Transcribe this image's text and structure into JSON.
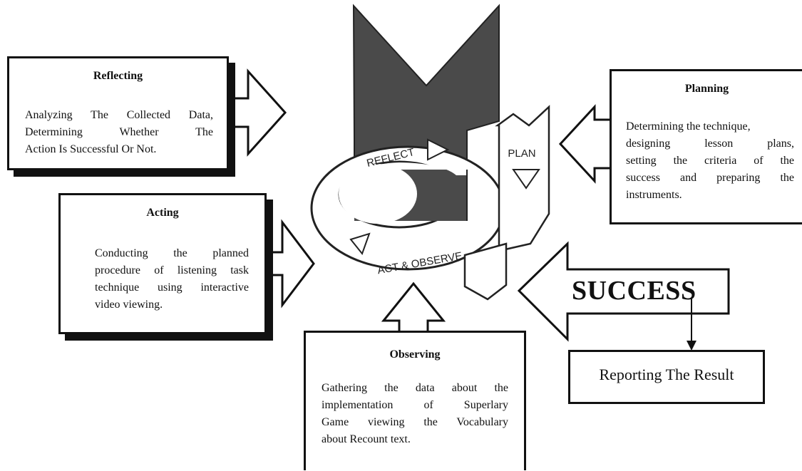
{
  "cycle": {
    "labels": {
      "reflect": "REFLECT",
      "plan": "PLAN",
      "act_observe": "ACT & OBSERVE"
    }
  },
  "boxes": {
    "reflecting": {
      "title": "Reflecting",
      "lines": [
        "Analyzing The Collected Data,",
        "Determining Whether The",
        "Action Is Successful Or Not."
      ]
    },
    "planning": {
      "title": "Planning",
      "lines": [
        "Determining the technique,",
        "designing lesson plans,",
        "setting the criteria of the",
        "success and preparing the",
        "instruments."
      ]
    },
    "acting": {
      "title": "Acting",
      "lines": [
        "Conducting the planned",
        "procedure of listening task",
        "technique using interactive",
        "video viewing."
      ]
    },
    "observing": {
      "title": "Observing",
      "lines": [
        "Gathering the data about the",
        "implementation of Superlary",
        "Game viewing the Vocabulary",
        "about Recount text."
      ]
    }
  },
  "success": {
    "label": "SUCCESS"
  },
  "result": {
    "label": "Reporting The Result"
  },
  "colors": {
    "ink": "#111111",
    "cycle_fill": "#4a4a4a",
    "paper": "#ffffff"
  }
}
